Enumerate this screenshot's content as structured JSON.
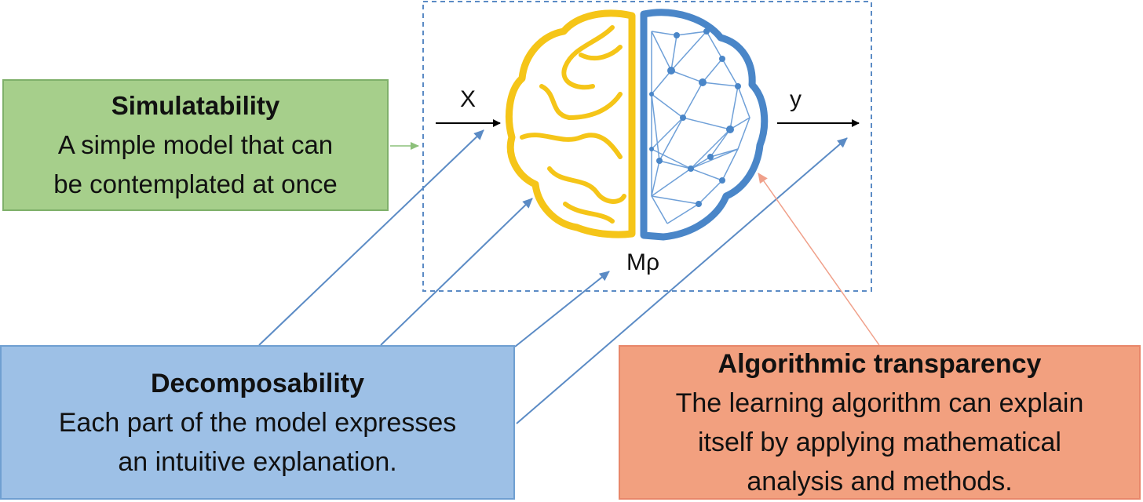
{
  "model": {
    "input_label": "X",
    "output_label": "y",
    "model_label": "Mρ"
  },
  "boxes": {
    "simulatability": {
      "title": "Simulatability",
      "line1": "A simple model that can",
      "line2": "be contemplated at once"
    },
    "decomposability": {
      "title": "Decomposability",
      "line1": "Each part of the model expresses",
      "line2": "an intuitive explanation."
    },
    "algorithmic_transparency": {
      "title": "Algorithmic transparency",
      "line1": "The learning algorithm can explain",
      "line2": "itself by applying mathematical",
      "line3": "analysis and methods."
    }
  },
  "colors": {
    "brain_left": "#f5c518",
    "brain_right": "#4a86c8",
    "green_box": "#a6cf8b",
    "blue_box": "#9dc0e6",
    "orange_box": "#f2a07f",
    "dashed_frame": "#5b8bc5"
  },
  "icons": [
    "brain-icon",
    "neural-network-icon"
  ]
}
